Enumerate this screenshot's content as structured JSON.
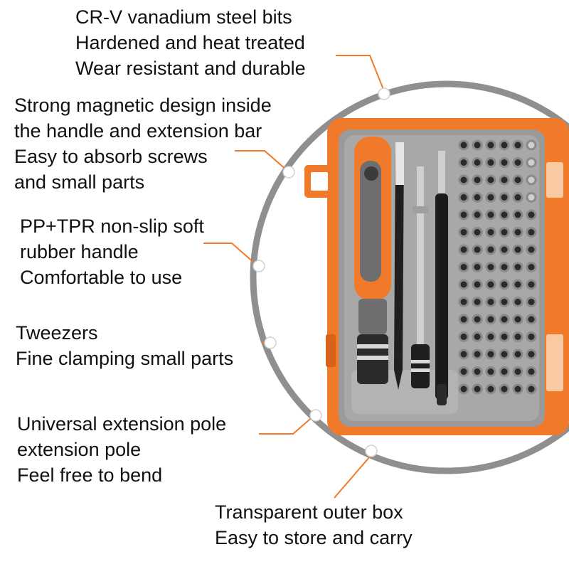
{
  "colors": {
    "accent": "#f07a2a",
    "accent_dark": "#d9621a",
    "tray_gray": "#9a9a9a",
    "ring_gray": "#8f8f8f"
  },
  "callouts": [
    {
      "id": "bits",
      "lines": [
        "CR-V vanadium steel bits",
        "Hardened and heat treated",
        "Wear resistant and durable"
      ]
    },
    {
      "id": "magnetic",
      "lines": [
        "Strong magnetic design inside",
        "the handle and extension bar",
        "Easy to absorb screws",
        "and small parts"
      ]
    },
    {
      "id": "handle",
      "lines": [
        "PP+TPR non-slip soft",
        "rubber handle",
        "Comfortable to use"
      ]
    },
    {
      "id": "tweezers",
      "lines": [
        "Tweezers",
        "Fine clamping small parts"
      ]
    },
    {
      "id": "extension",
      "lines": [
        "Universal extension pole",
        "extension pole",
        "Feel free to bend"
      ]
    },
    {
      "id": "box",
      "lines": [
        "Transparent outer box",
        "Easy to store and carry"
      ]
    }
  ],
  "product": {
    "bit_grid": {
      "columns": 6,
      "rows": 15,
      "extra_columns_socket": 1
    }
  }
}
